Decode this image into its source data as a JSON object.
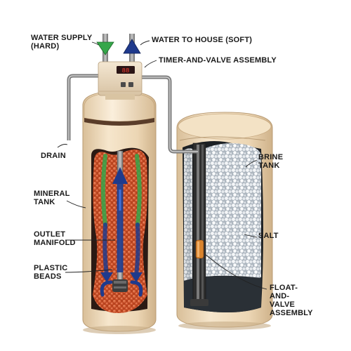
{
  "labels": {
    "water_supply": "WATER SUPPLY\n(HARD)",
    "water_to_house": "WATER TO HOUSE (SOFT)",
    "timer_valve": "TIMER-AND-VALVE ASSEMBLY",
    "drain": "DRAIN",
    "brine_tank": "BRINE\nTANK",
    "mineral_tank": "MINERAL\nTANK",
    "salt": "SALT",
    "outlet_manifold": "OUTLET\nMANIFOLD",
    "plastic_beads": "PLASTIC\nBEADS",
    "float_valve": "FLOAT-\nAND-\nVALVE\nASSEMBLY"
  },
  "controller_display": "88",
  "colors": {
    "tank_body": "#eed9bb",
    "beads": "#c9512c",
    "hard_water_arrow": "#35a64a",
    "soft_water_arrow": "#1f3a8c",
    "salt": "#dfe5ea",
    "pipe": "#8a8a8a"
  }
}
